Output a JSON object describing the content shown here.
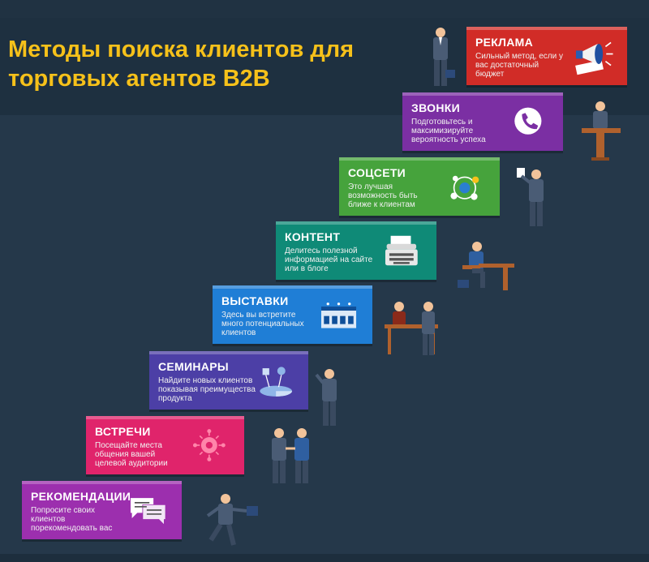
{
  "title": "Методы поиска клиентов для торговых агентов B2B",
  "colors": {
    "background": "#25384a",
    "title": "#f6c11a",
    "reklama": "#d12c27",
    "zvonki": "#7b2fa3",
    "socseti": "#46a33c",
    "kontent": "#0f8a77",
    "vystavki": "#1f7ed6",
    "seminary": "#4c3fa6",
    "vstrechi": "#e0246b",
    "rekomendacii": "#9c2fae"
  },
  "steps": [
    {
      "title": "РЕКЛАМА",
      "desc": "Сильный метод, если у вас достаточный бюджет",
      "icon": "megaphone-icon"
    },
    {
      "title": "ЗВОНКИ",
      "desc": "Подготовьтесь и максимизируйте вероятность успеха",
      "icon": "phone-icon"
    },
    {
      "title": "СОЦСЕТИ",
      "desc": "Это лучшая возможность быть ближе к клиентам",
      "icon": "social-network-icon"
    },
    {
      "title": "КОНТЕНТ",
      "desc": "Делитесь полезной информацией на сайте или в блоге",
      "icon": "typewriter-icon"
    },
    {
      "title": "ВЫСТАВКИ",
      "desc": "Здесь вы встретите много потенциальных клиентов",
      "icon": "exhibition-stand-icon"
    },
    {
      "title": "СЕМИНАРЫ",
      "desc": "Найдите новых клиентов показывая преимущества продукта",
      "icon": "presentation-chart-icon"
    },
    {
      "title": "ВСТРЕЧИ",
      "desc": "Посещайте места общения вашей целевой аудитории",
      "icon": "meeting-place-icon"
    },
    {
      "title": "РЕКОМЕНДАЦИИ",
      "desc": "Попросите своих клиентов порекомендовать вас",
      "icon": "chat-bubbles-icon"
    }
  ]
}
